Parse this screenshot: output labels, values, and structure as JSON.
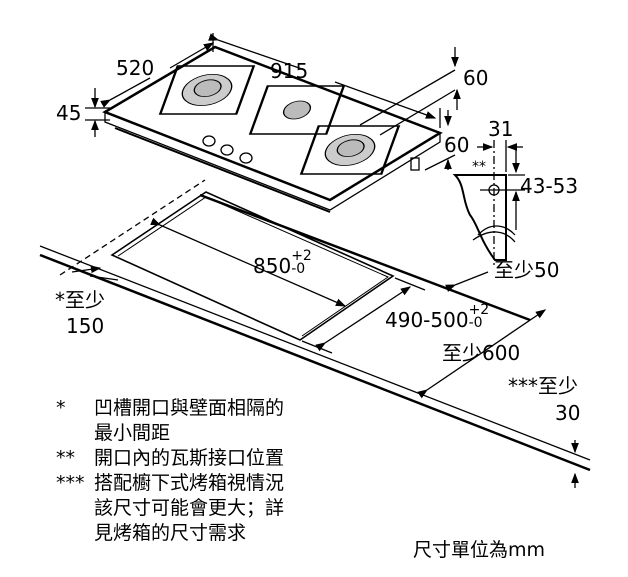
{
  "dimensions": {
    "depth": "520",
    "width": "915",
    "rear_offset": "60",
    "height": "45",
    "gas_offset_x": "31",
    "side_offset": "60",
    "gas_marker": "**",
    "gas_height": "43-53",
    "cutout_width": "850",
    "cutout_width_tol_plus": "+2",
    "cutout_width_tol_minus": "-0",
    "rear_wall_min": "至少50",
    "side_wall_min_label": "*至少",
    "side_wall_min_value": "150",
    "cutout_depth": "490-500",
    "cutout_depth_tol_plus": "+2",
    "cutout_depth_tol_minus": "-0",
    "worktop_min": "至少600",
    "worktop_thickness_label": "***至少",
    "worktop_thickness_value": "30"
  },
  "notes": [
    {
      "marker": "*",
      "lines": [
        "凹槽開口與壁面相隔的",
        "最小間距"
      ]
    },
    {
      "marker": "**",
      "lines": [
        "開口內的瓦斯接口位置"
      ]
    },
    {
      "marker": "***",
      "lines": [
        "搭配櫥下式烤箱視情況",
        "該尺寸可能會更大；詳",
        "見烤箱的尺寸需求"
      ]
    }
  ],
  "unit_note": "尺寸單位為mm"
}
